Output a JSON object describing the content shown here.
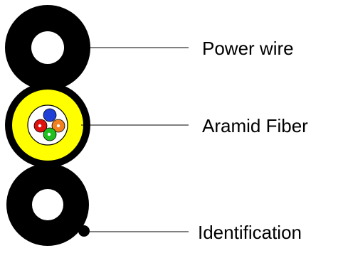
{
  "labels": {
    "top": "Power wire",
    "middle": "Aramid Fiber",
    "bottom": "Identification"
  },
  "colors": {
    "sheath": "#000000",
    "aramid": "#ffff00",
    "fiber_blue": "#1f3fd6",
    "fiber_red": "#e01010",
    "fiber_orange": "#f08020",
    "fiber_green": "#20c020",
    "background": "#ffffff"
  }
}
